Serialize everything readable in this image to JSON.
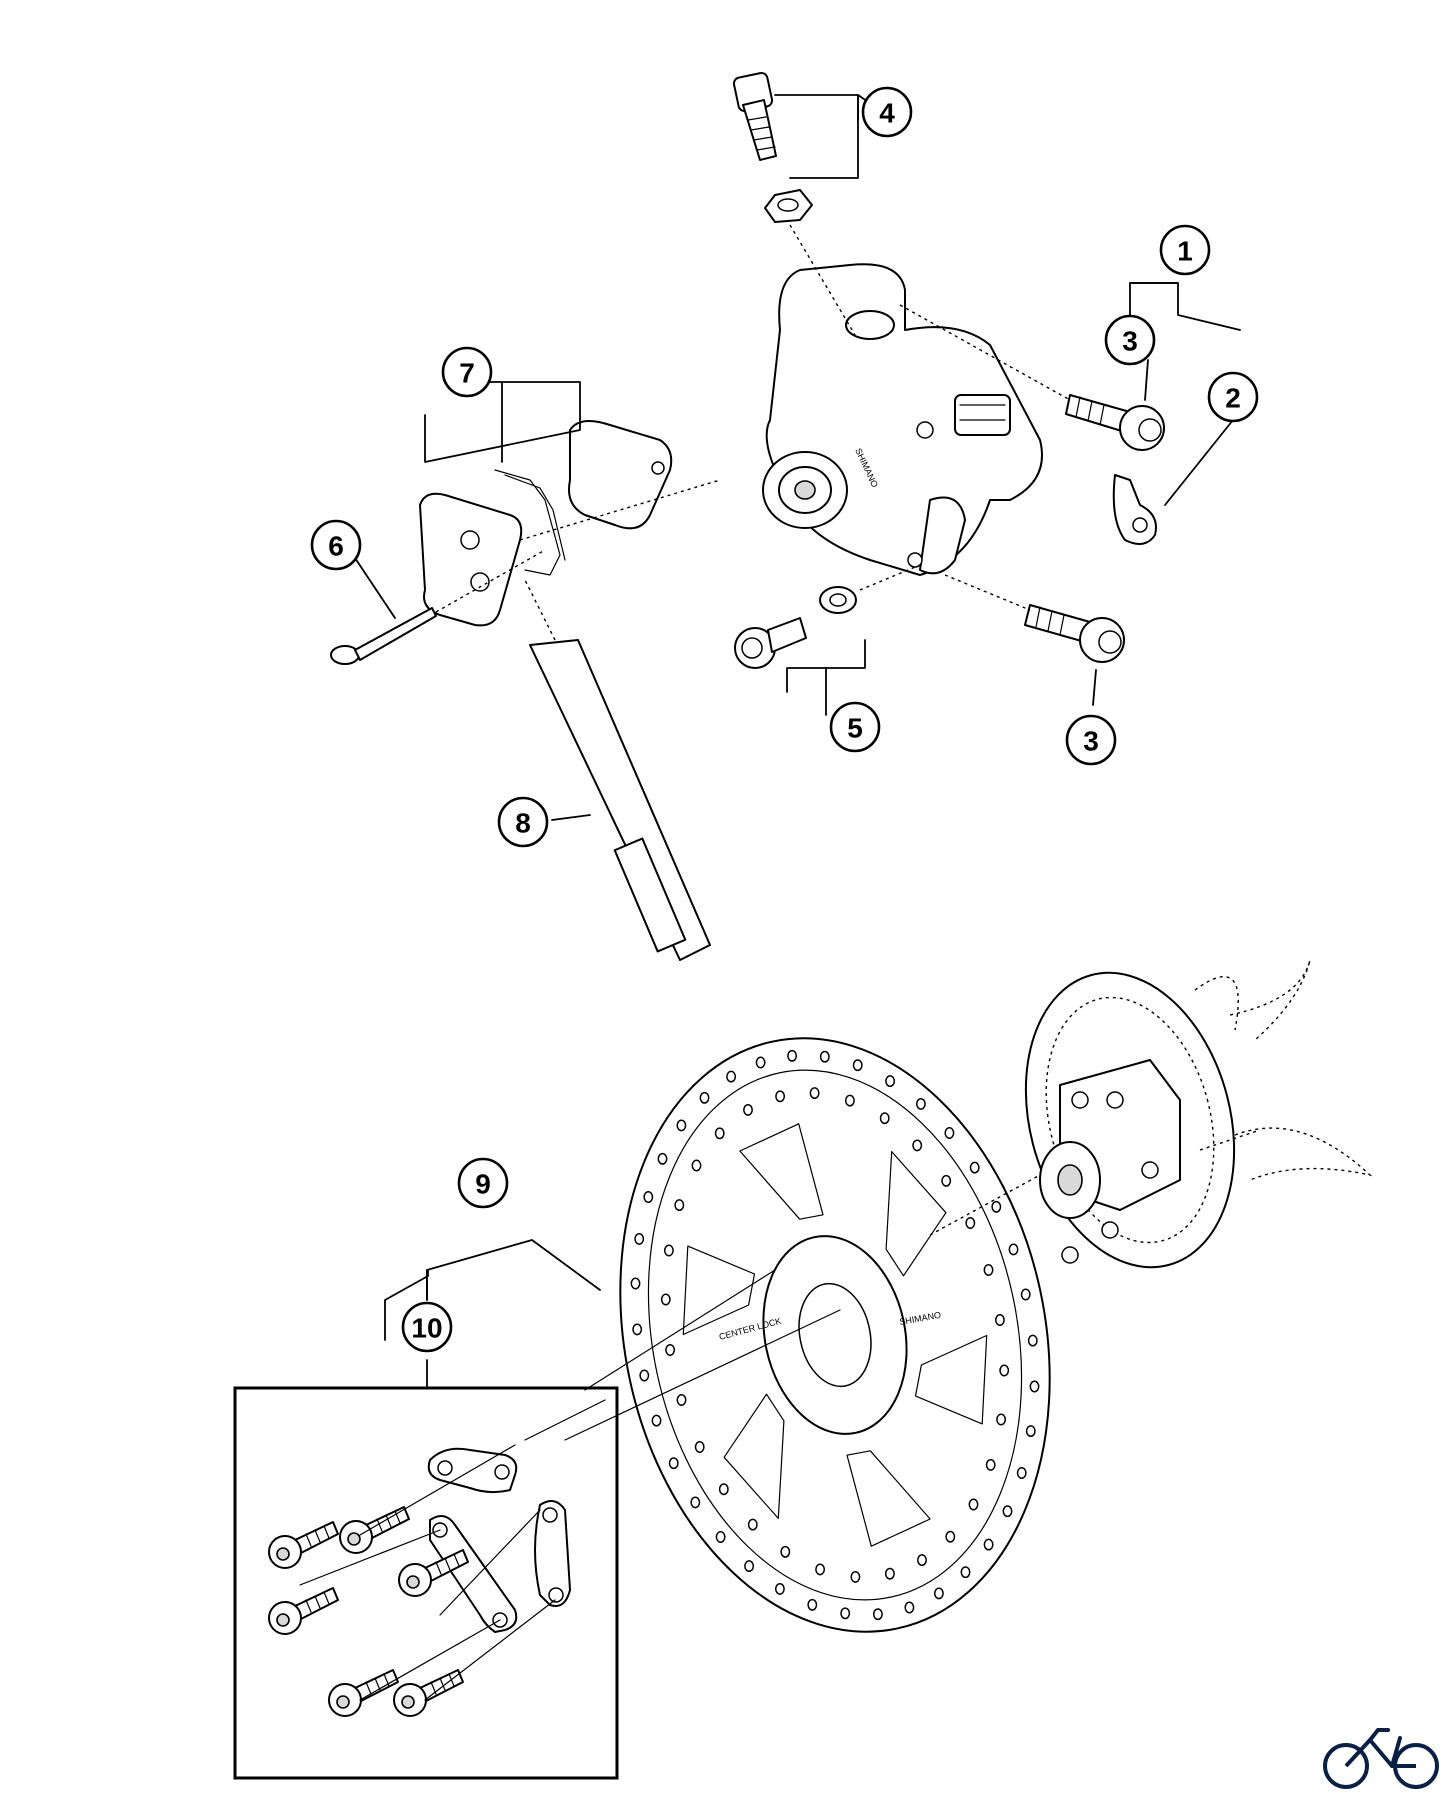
{
  "callouts": {
    "c1": "1",
    "c2": "2",
    "c3a": "3",
    "c3b": "3",
    "c4": "4",
    "c5": "5",
    "c6": "6",
    "c7": "7",
    "c8": "8",
    "c9": "9",
    "c10": "10"
  },
  "logo": {
    "icon": "bicycle-icon"
  }
}
